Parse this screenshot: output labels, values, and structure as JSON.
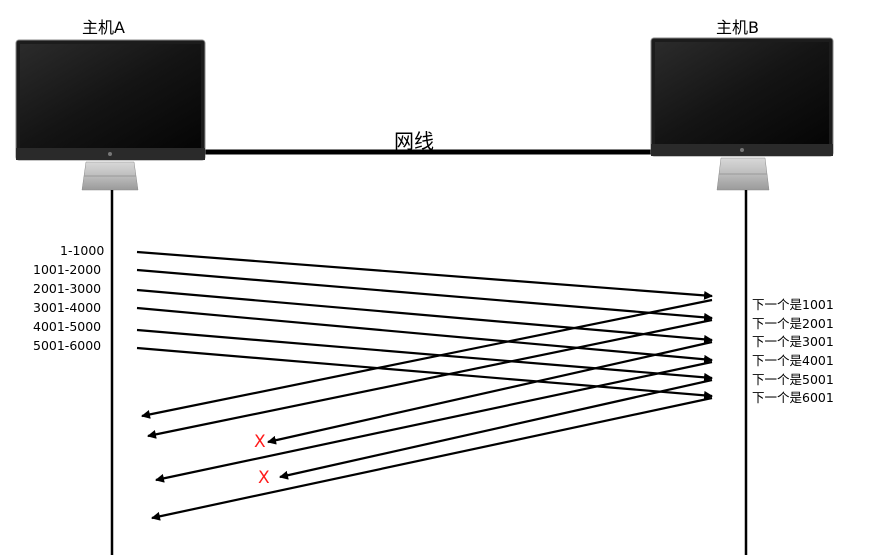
{
  "host_a": {
    "label": "主机A"
  },
  "host_b": {
    "label": "主机B"
  },
  "network": {
    "label": "网线"
  },
  "segments": [
    "1-1000",
    "1001-2000",
    "2001-3000",
    "3001-4000",
    "4001-5000",
    "5001-6000"
  ],
  "acks": [
    "下一个是1001",
    "下一个是2001",
    "下一个是3001",
    "下一个是4001",
    "下一个是5001",
    "下一个是6001"
  ],
  "lost_markers": [
    "X",
    "X"
  ],
  "colors": {
    "line": "#000000",
    "lost": "#ff1a1a"
  }
}
